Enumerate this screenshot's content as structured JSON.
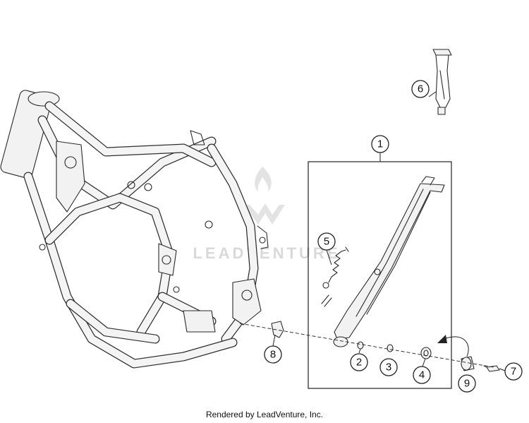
{
  "watermark": "LEADVENTURE",
  "footer": "Rendered by LeadVenture, Inc.",
  "callouts": [
    {
      "id": "1",
      "label": "1"
    },
    {
      "id": "2",
      "label": "2"
    },
    {
      "id": "3",
      "label": "3"
    },
    {
      "id": "4",
      "label": "4"
    },
    {
      "id": "5",
      "label": "5"
    },
    {
      "id": "6",
      "label": "6"
    },
    {
      "id": "7",
      "label": "7"
    },
    {
      "id": "8",
      "label": "8"
    },
    {
      "id": "9",
      "label": "9"
    }
  ],
  "colors": {
    "line": "#222222",
    "background": "#ffffff",
    "watermark": "#d9d9d9"
  }
}
